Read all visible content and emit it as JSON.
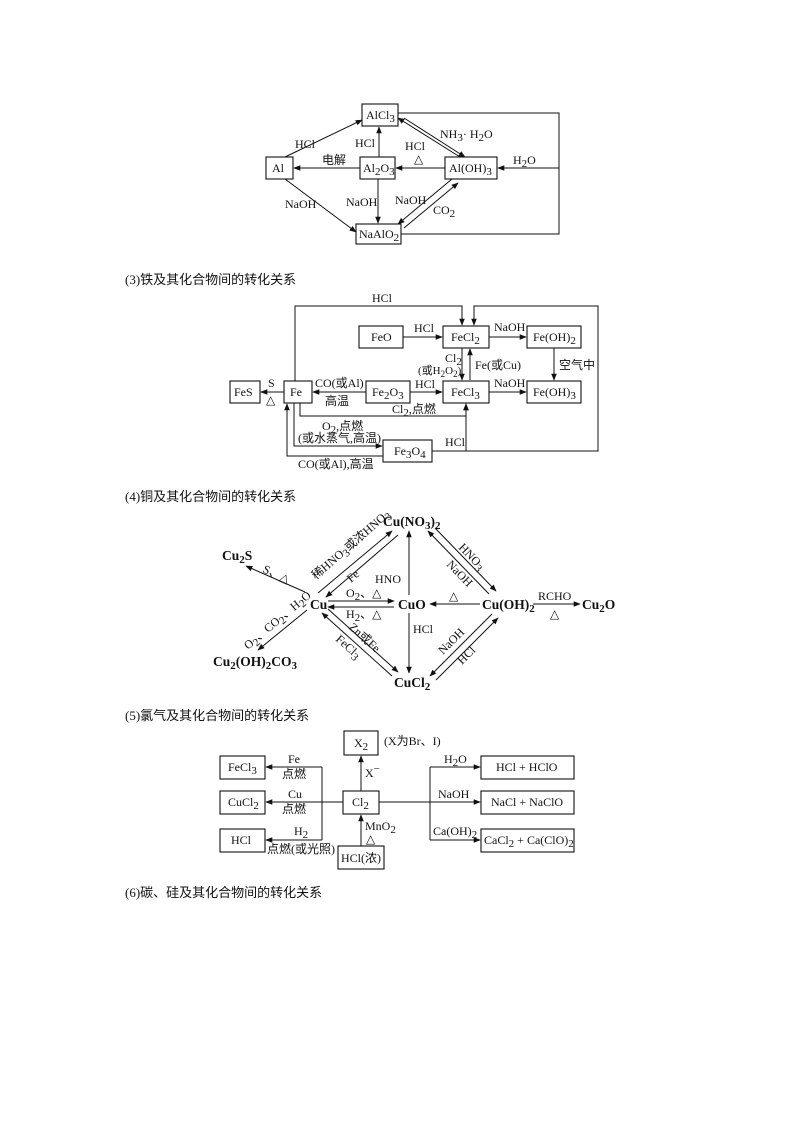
{
  "headings": {
    "iron": "(3)铁及其化合物间的转化关系",
    "copper": "(4)铜及其化合物间的转化关系",
    "chlorine": "(5)氯气及其化合物间的转化关系",
    "carbon": "(6)碳、硅及其化合物间的转化关系"
  },
  "al": {
    "alcl3": "AlCl",
    "al": "Al",
    "al2o3": "Al",
    "aloh3": "Al(OH)",
    "naalo2": "NaAlO",
    "hcl_left": "HCl",
    "hcl_mid": "HCl",
    "hcl_right": "HCl",
    "delta": "△",
    "nh3": "NH",
    "h2o_nh3": "· H",
    "nh3_o": "O",
    "dianjie": "电解",
    "naoh_left": "NaOH",
    "naoh_mid": "NaOH",
    "naoh_right": "NaOH",
    "co2": "CO",
    "h2o": "H",
    "h2o_o": "O",
    "sub3": "3",
    "sub2": "2",
    "sub3b": "3",
    "sub2b": "2",
    "sub3c": "3",
    "sub2c": "2",
    "sub2d": "2",
    "sub2e": "2"
  },
  "fe": {
    "feo": "FeO",
    "fecl2": "FeCl",
    "feoh2": "Fe(OH)",
    "fes": "FeS",
    "fe": "Fe",
    "fe2o3": "Fe",
    "fe2o3_o": "O",
    "fecl3": "FeCl",
    "feoh3": "Fe(OH)",
    "fe3o4": "Fe",
    "fe3o4_o": "O",
    "hcl_top": "HCl",
    "hcl_feo": "HCl",
    "naoh_1": "NaOH",
    "cl2": "Cl",
    "huo_h2o2": "(或H",
    "h2o2_o": "O",
    "h2o2_close": ")",
    "fe_or_cu": "Fe(或Cu)",
    "kongqi": "空气中",
    "s": "S",
    "delta": "△",
    "co_al": "CO(或Al)",
    "gaowen": "高温",
    "hcl_fe2o3": "HCl",
    "naoh_2": "NaOH",
    "cl2_dianran": "Cl",
    "dianran": ",点燃",
    "o2_dianran": "O",
    "o2_dianran2": ",点燃",
    "huoshui": "(或水蒸气,高温)",
    "hcl_fe3o4": "HCl",
    "co_al_2": "CO(或Al),高温",
    "n2": "2",
    "n3": "3",
    "n2b": "2",
    "n3b": "3",
    "n4": "4",
    "n2c": "2",
    "n2d": "2",
    "n2e": "2",
    "n2f": "2",
    "n2g": "2",
    "n2h": "2",
    "n3c": "3",
    "n2i": "2"
  },
  "cu": {
    "cuno3": "Cu(NO",
    "cuno3_close": ")",
    "cu2s": "Cu",
    "cu2s_s": "S",
    "cu": "Cu",
    "cuo": "CuO",
    "cuoh2": "Cu(OH)",
    "cu2o": "Cu",
    "cu2o_o": "O",
    "cu2oh2co3": "Cu",
    "cu2oh2co3_mid": "(OH)",
    "cu2oh2co3_end": "CO",
    "cucl2": "CuCl",
    "s_delta": "S、△",
    "xi_hno3": "稀HNO",
    "huo_nong": "或浓HNO",
    "fe_lbl": "Fe",
    "hno3_mid": "HNO",
    "hno3_right": "HNO",
    "naoh_top": "NaOH",
    "o2_delta": "O",
    "o2_delta2": "、△",
    "h2_delta": "H",
    "h2_delta2": "、△",
    "delta": "△",
    "rcho": "RCHO",
    "delta2": "△",
    "o2co2h2o": "O",
    "o2co2h2o_b": "、CO",
    "o2co2h2o_c": "、H",
    "o2co2h2o_d": "O",
    "hcl_mid": "HCl",
    "zn_fe": "Zn或Fe",
    "fecl3": "FeCl",
    "naoh_bot": "NaOH",
    "hcl_bot": "HCl",
    "n2": "2",
    "n3": "3",
    "n3b": "3",
    "n2b": "2",
    "n2c": "2",
    "n2d": "2",
    "n2e": "2",
    "n3c": "3",
    "n3d": "3",
    "n2f": "2",
    "n2g": "2",
    "n2h": "2",
    "n2i": "2",
    "n3e": "3",
    "n2j": "2"
  },
  "cl": {
    "x2": "X",
    "x_note": "(X为Br、I)",
    "x_minus": "X",
    "minus": "−",
    "fecl3": "FeCl",
    "cucl2": "CuCl",
    "hcl": "HCl",
    "cl2": "Cl",
    "hcl_nong": "HCl(浓)",
    "fe": "Fe",
    "dianran1": "点燃",
    "cu": "Cu",
    "dianran2": "点燃",
    "h2": "H",
    "dianran3": "点燃(或光照)",
    "mno2": "MnO",
    "delta": "△",
    "h2o": "H",
    "h2o_o": "O",
    "naoh": "NaOH",
    "caoh2": "Ca(OH)",
    "hcl_hclo": "HCl + HClO",
    "nacl_naclo": "NaCl + NaClO",
    "cacl2": "CaCl",
    "caclo2": " + Ca(ClO)",
    "n3": "3",
    "n2": "2",
    "n2b": "2",
    "n2c": "2",
    "n2d": "2",
    "n2e": "2",
    "n2f": "2",
    "n2g": "2",
    "n2h": "2"
  }
}
